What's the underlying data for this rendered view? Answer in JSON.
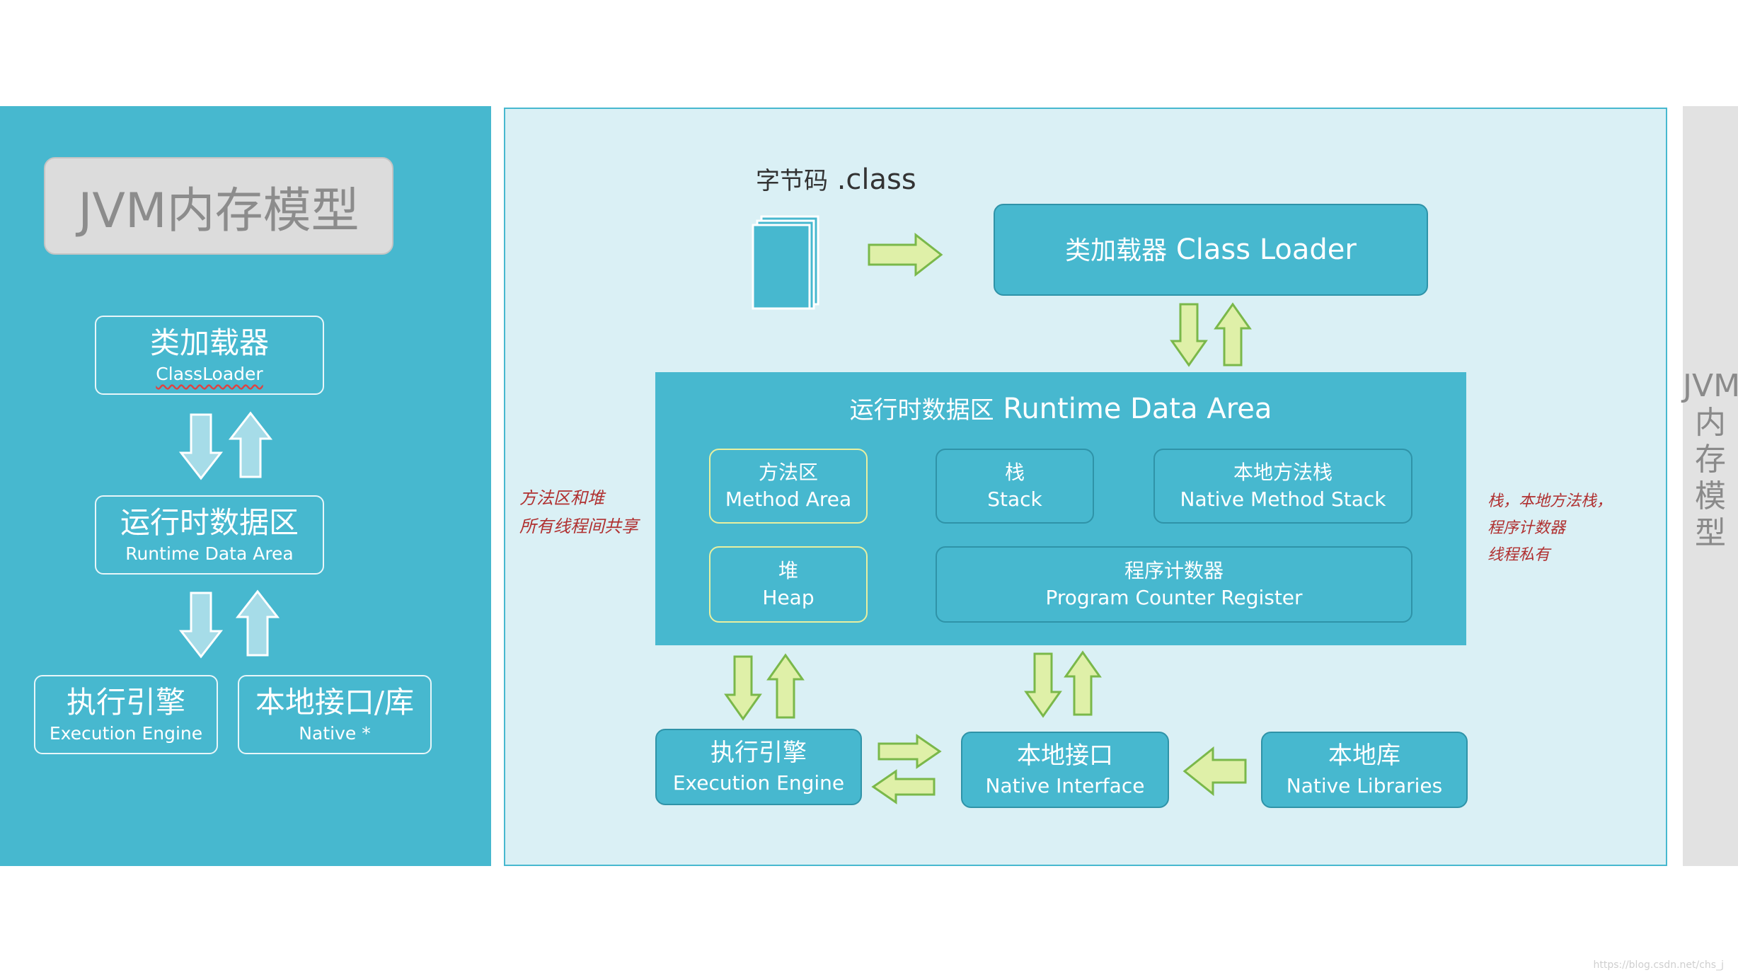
{
  "left": {
    "title": "JVM内存模型",
    "classloader": {
      "zh": "类加载器",
      "en": "ClassLoader"
    },
    "runtime": {
      "zh": "运行时数据区",
      "en": "Runtime Data Area"
    },
    "engine": {
      "zh": "执行引擎",
      "en": "Execution Engine"
    },
    "native": {
      "zh": "本地接口/库",
      "en": "Native *"
    }
  },
  "side": {
    "title": "JVM内存模型"
  },
  "right": {
    "bytecode": {
      "zh": "字节码",
      "en": ".class"
    },
    "classloader": {
      "zh": "类加载器",
      "en": "Class Loader"
    },
    "runtime": {
      "zh": "运行时数据区",
      "en": "Runtime Data Area"
    },
    "method_area": {
      "zh": "方法区",
      "en": "Method Area"
    },
    "stack": {
      "zh": "栈",
      "en": "Stack"
    },
    "native_stack": {
      "zh": "本地方法栈",
      "en": "Native Method Stack"
    },
    "heap": {
      "zh": "堆",
      "en": "Heap"
    },
    "pc": {
      "zh": "程序计数器",
      "en": "Program Counter Register"
    },
    "engine": {
      "zh": "执行引擎",
      "en": "Execution Engine"
    },
    "native_interface": {
      "zh": "本地接口",
      "en": "Native Interface"
    },
    "native_libraries": {
      "zh": "本地库",
      "en": "Native Libraries"
    },
    "note_left": [
      "方法区和堆",
      "所有线程间共享"
    ],
    "note_right": [
      "栈，本地方法栈，",
      "程序计数器",
      "线程私有"
    ]
  },
  "colors": {
    "teal": "#47b8cf",
    "panel_bg": "#daf0f5",
    "arrow_fill": "#dff0a8",
    "arrow_stroke": "#7ab84a"
  },
  "watermark": "https://blog.csdn.net/chs_j"
}
